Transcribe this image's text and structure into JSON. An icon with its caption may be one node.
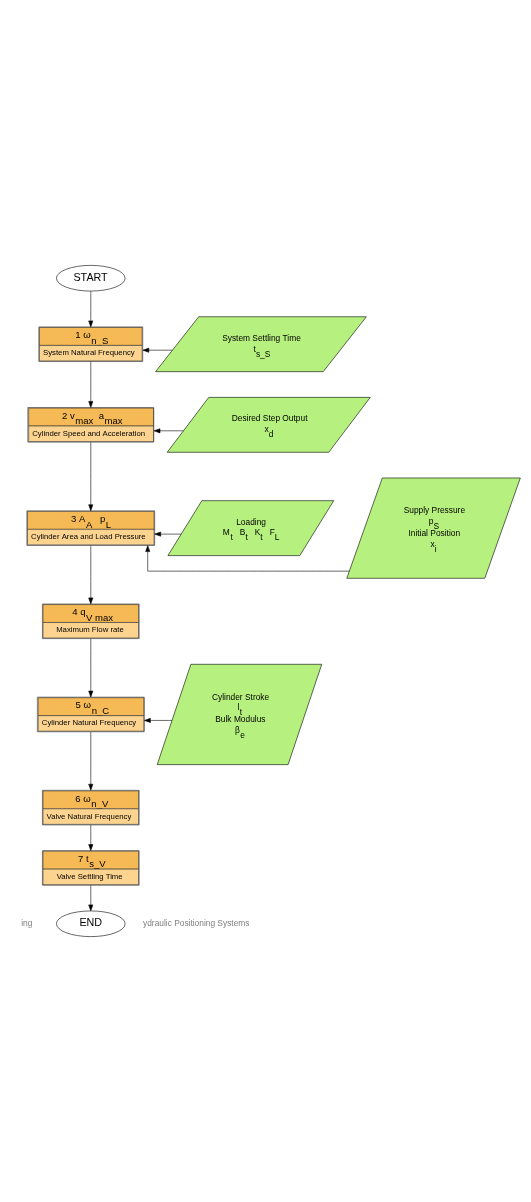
{
  "diagram": {
    "nodes": [
      {
        "text": [
          "START"
        ]
      },
      {
        "text": [
          "1 ω$_{n_S}$",
          "System Natural Frequency"
        ]
      },
      {
        "text": [
          "System Settling Time",
          "t$_{s_S}$"
        ]
      },
      {
        "text": [
          "2 v$_{max}$ a$_{max}$",
          "Cylinder Speed and Acceleration"
        ]
      },
      {
        "text": [
          "Desired Step Output",
          "x$_{d}$"
        ]
      },
      {
        "text": [
          "3 A$_{A}$ p$_{L}$",
          "Cylinder Area and Load Pressure"
        ]
      },
      {
        "text": [
          "Supply Pressure",
          "p$_{S}$",
          "Initial Position",
          "x$_{i}$"
        ]
      },
      {
        "text": [
          "Loading",
          "M$_{t}$ B$_{t}$ K$_{t}$ F$_{L}$"
        ]
      },
      {
        "text": [
          "4 q$_{V max}$",
          "Maximum Flow rate"
        ]
      },
      {
        "text": [
          "5 ω$_{n_C}$",
          "Cylinder Natural Frequency"
        ]
      },
      {
        "text": [
          "Cylinder Stroke",
          "l$_{t}$",
          "Bulk Modulus",
          "β$_{e}$"
        ]
      },
      {
        "text": [
          "6 ω$_{n_V}$",
          "Valve Natural Frequency"
        ]
      },
      {
        "text": [
          "7 t$_{s_V}$",
          "Valve Settling Time"
        ]
      },
      {
        "text": [
          "END"
        ]
      }
    ],
    "edges": [
      {
        "from": 0,
        "to": 1,
        "arrow": "to"
      },
      {
        "from": 2,
        "to": 1,
        "arrow": "to"
      },
      {
        "from": 1,
        "to": 3,
        "arrow": "to"
      },
      {
        "from": 4,
        "to": 3,
        "arrow": "to"
      },
      {
        "from": 3,
        "to": 5,
        "arrow": "to"
      },
      {
        "from": 6,
        "to": 5,
        "arrow": "to"
      },
      {
        "from": 7,
        "to": 5,
        "arrow": "to"
      },
      {
        "from": 5,
        "to": 8,
        "arrow": "to"
      },
      {
        "from": 8,
        "to": 9,
        "arrow": "to"
      },
      {
        "from": 10,
        "to": 9,
        "arrow": "to"
      },
      {
        "from": 9,
        "to": 11,
        "arrow": "to"
      },
      {
        "from": 11,
        "to": 12,
        "arrow": "to"
      },
      {
        "from": 12,
        "to": 13,
        "arrow": "to"
      }
    ],
    "labels": [
      "ing",
      "ydraulic Positioning Systems"
    ]
  }
}
